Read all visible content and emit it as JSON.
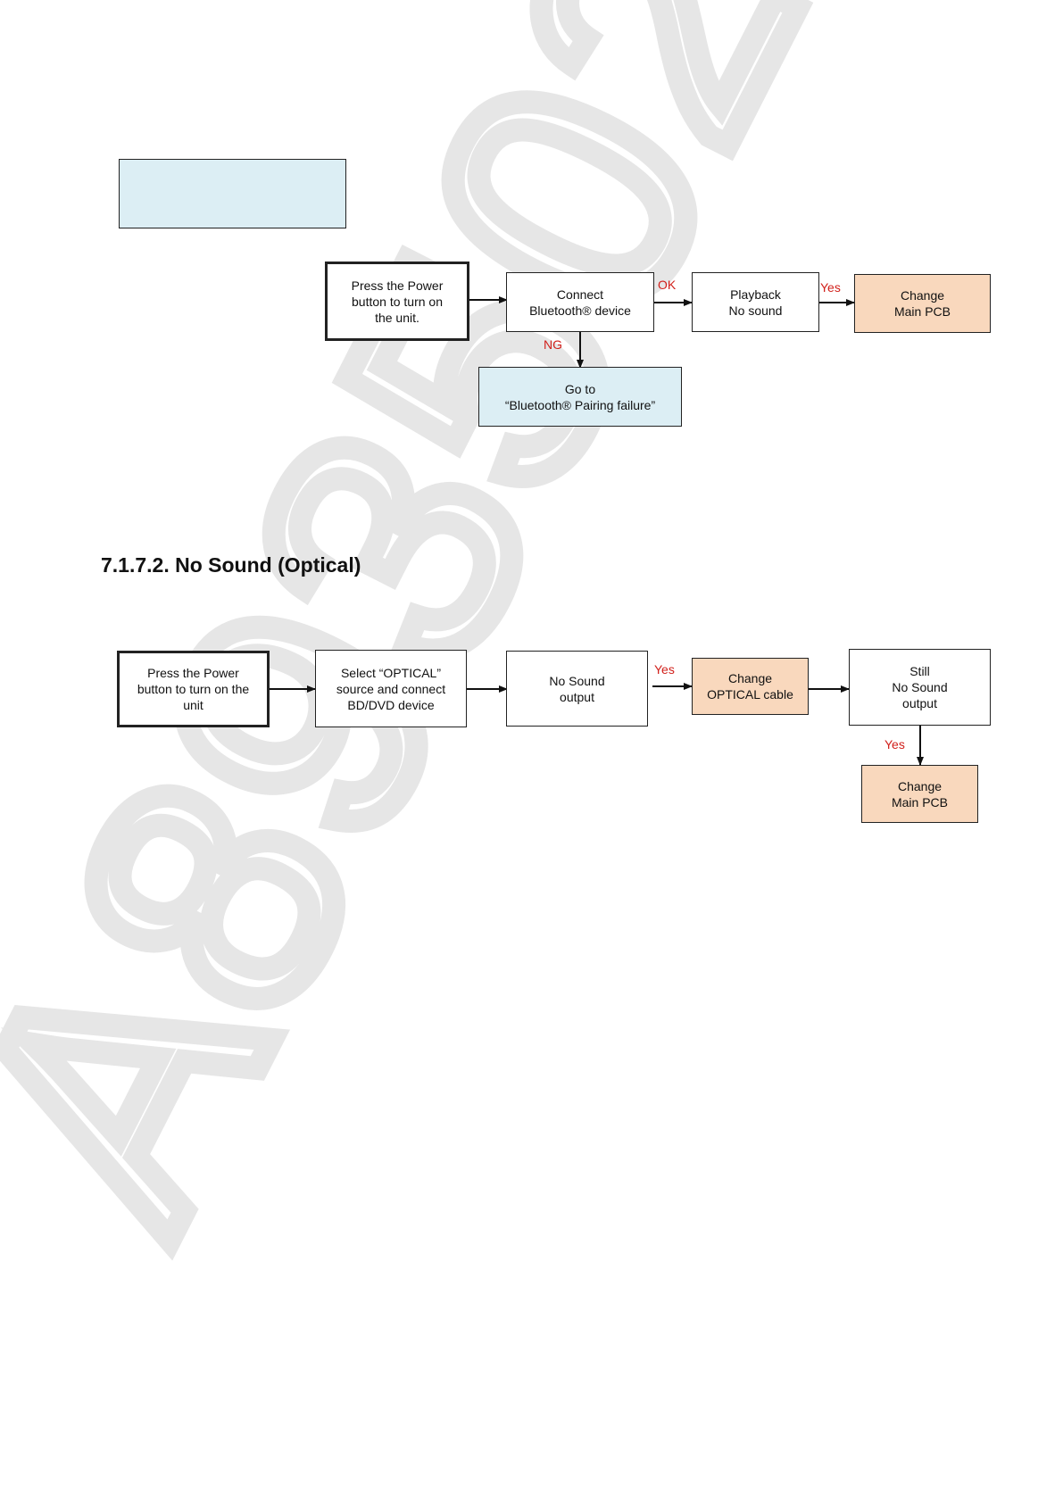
{
  "watermark": {
    "text": "A8935029"
  },
  "diagram1": {
    "boxes": {
      "power": "Press the Power\nbutton to turn on\nthe unit.",
      "connect": "Connect\nBluetooth® device",
      "playback": "Playback\nNo sound",
      "change_pcb": "Change\nMain PCB",
      "goto": "Go to\n“Bluetooth® Pairing failure”"
    },
    "labels": {
      "ok": "OK",
      "yes": "Yes",
      "ng": "NG"
    }
  },
  "section2": {
    "title": "7.1.7.2. No Sound (Optical)"
  },
  "diagram2": {
    "boxes": {
      "power": "Press the Power\nbutton to turn on the\nunit",
      "select": "Select “OPTICAL”\nsource  and connect\nBD/DVD device",
      "no_sound": "No Sound\noutput",
      "change_cable": "Change\nOPTICAL cable",
      "still": "Still\nNo Sound\noutput",
      "change_pcb": "Change\nMain PCB"
    },
    "labels": {
      "yes1": "Yes",
      "yes2": "Yes"
    }
  },
  "colors": {
    "blue_fill": "#dceef4",
    "orange_fill": "#f9d8bd",
    "label_red": "#d1201b",
    "line": "#111111"
  }
}
